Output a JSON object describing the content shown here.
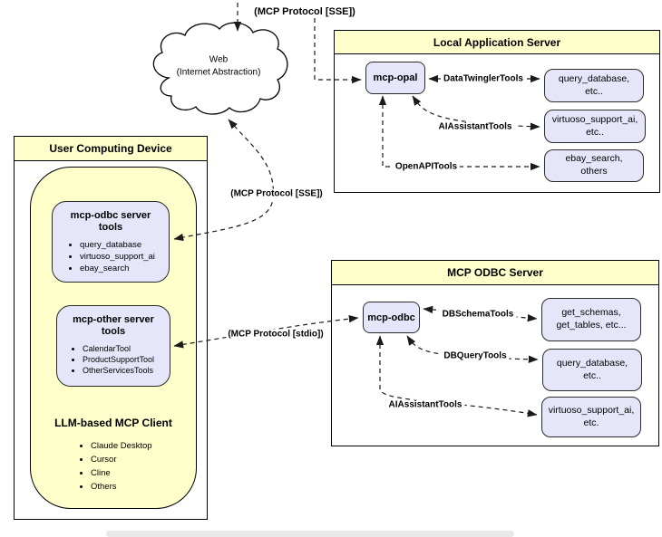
{
  "protocol_labels": {
    "sse_top": "(MCP Protocol [SSE])",
    "sse_mid": "(MCP Protocol [SSE])",
    "stdio": "(MCP Protocol [stdio])"
  },
  "cloud": {
    "line1": "Web",
    "line2": "(Internet Abstraction)"
  },
  "user_computing_device": {
    "title": "User Computing Device",
    "odbc_server_tools": {
      "title": "mcp-odbc server tools",
      "items": [
        "query_database",
        "virtuoso_support_ai",
        "ebay_search"
      ]
    },
    "other_server_tools": {
      "title": "mcp-other server tools",
      "items": [
        "CalendarTool",
        "ProductSupportTool",
        "OtherServicesTools"
      ]
    },
    "llm_client": {
      "title": "LLM-based MCP Client",
      "items": [
        "Claude Desktop",
        "Cursor",
        "Cline",
        "Others"
      ]
    }
  },
  "local_application_server": {
    "title": "Local Application Server",
    "node_label": "mcp-opal",
    "connections": [
      {
        "label": "DataTwinglerTools",
        "target": [
          "query_database,",
          "etc.."
        ]
      },
      {
        "label": "AIAssistantTools",
        "target": [
          "virtuoso_support_ai,",
          "etc.."
        ]
      },
      {
        "label": "OpenAPITools",
        "target": [
          "ebay_search,",
          "others"
        ]
      }
    ]
  },
  "mcp_odbc_server": {
    "title": "MCP ODBC Server",
    "node_label": "mcp-odbc",
    "connections": [
      {
        "label": "DBSchemaTools",
        "target": [
          "get_schemas,",
          "get_tables, etc..."
        ]
      },
      {
        "label": "DBQueryTools",
        "target": [
          "query_database,",
          "etc.."
        ]
      },
      {
        "label": "AIAssistantTools",
        "target": [
          "virtuoso_support_ai,",
          "etc."
        ]
      }
    ]
  },
  "colors": {
    "panel-yellow": "#FFFFCC",
    "node-lavender": "#E6E6FA",
    "line-color": "#1a1a1a",
    "border-color": "#000000",
    "scrollbar-gray": "#e8e8e8"
  }
}
